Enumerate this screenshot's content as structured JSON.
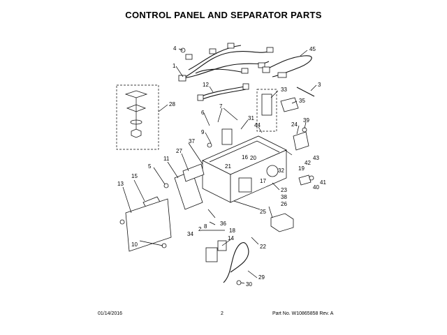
{
  "title": "CONTROL PANEL AND SEPARATOR PARTS",
  "footer": {
    "date": "01/14/2016",
    "page": "2",
    "part": "Part No. W10865858  Rev. A"
  },
  "callouts": [
    "4",
    "1",
    "45",
    "3",
    "12",
    "33",
    "28",
    "6",
    "7",
    "35",
    "9",
    "31",
    "44",
    "24",
    "39",
    "37",
    "27",
    "11",
    "16",
    "20",
    "43",
    "5",
    "21",
    "42",
    "19",
    "32",
    "15",
    "17",
    "23",
    "41",
    "40",
    "38",
    "13",
    "26",
    "25",
    "36",
    "8",
    "2",
    "34",
    "18",
    "10",
    "14",
    "22",
    "29",
    "30"
  ]
}
